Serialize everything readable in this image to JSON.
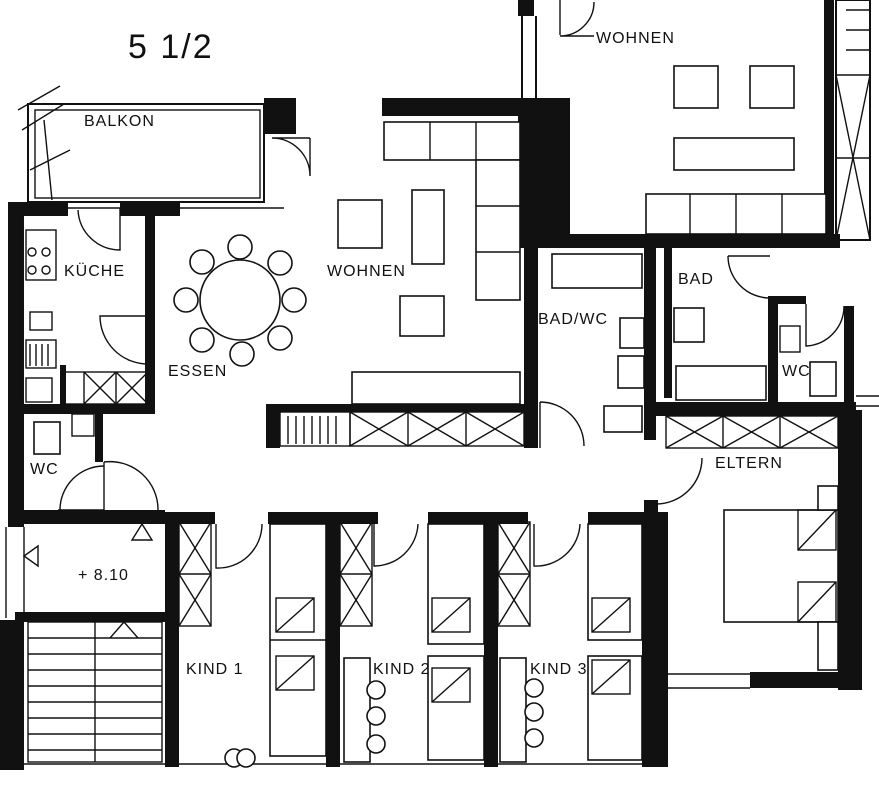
{
  "plan": {
    "title": "5 1/2",
    "level": "+ 8.10",
    "rooms": {
      "wohnen_upper": "WOHNEN",
      "balkon": "BALKON",
      "kueche": "KÜCHE",
      "wohnen": "WOHNEN",
      "essen": "ESSEN",
      "bad": "BAD",
      "bad_wc": "BAD/WC",
      "wc_right": "WC",
      "wc_left": "WC",
      "eltern": "ELTERN",
      "kind1": "KIND 1",
      "kind2": "KIND 2",
      "kind3": "KIND 3"
    }
  }
}
